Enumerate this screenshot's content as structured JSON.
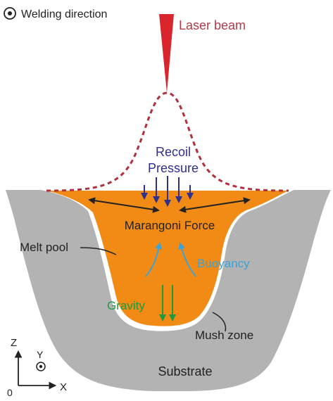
{
  "legend": {
    "welding_direction": "Welding direction",
    "welding_direction_icon": "dot-in-circle-icon"
  },
  "labels": {
    "laser_beam": "Laser beam",
    "recoil_line1": "Recoil",
    "recoil_line2": "Pressure",
    "marangoni": "Marangoni Force",
    "melt_pool": "Melt pool",
    "buoyancy": "Buoyancy",
    "gravity": "Gravity",
    "mush_zone": "Mush zone",
    "substrate": "Substrate"
  },
  "axes": {
    "z": "Z",
    "y": "Y",
    "x": "X",
    "origin": "0"
  },
  "colors": {
    "laser": "#d8262c",
    "laser_text": "#b03a48",
    "melt": "#f28a16",
    "substrate": "#b3b3b3",
    "recoil": "#2f2f8c",
    "marangoni_arrow": "#222222",
    "buoyancy": "#3aa3d8",
    "gravity": "#1f9a3c",
    "text": "#222222"
  }
}
